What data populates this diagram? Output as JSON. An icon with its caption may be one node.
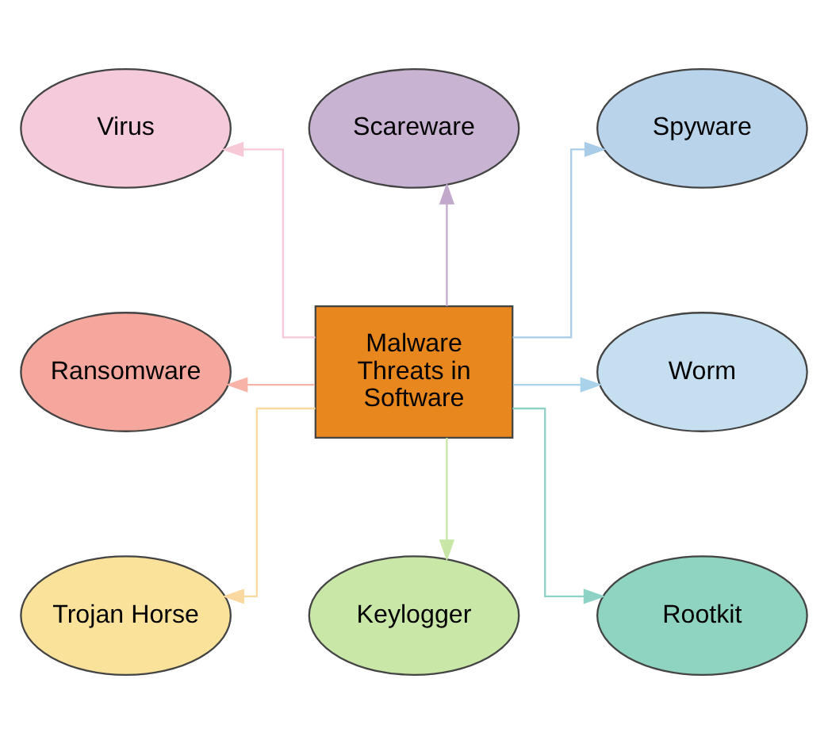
{
  "diagram": {
    "nodes": [
      {
        "text": [
          "Virus"
        ]
      },
      {
        "text": [
          "Scareware"
        ]
      },
      {
        "text": [
          "Spyware"
        ]
      },
      {
        "text": [
          "Ransomware"
        ]
      },
      {
        "text": [
          "Malware Threats in Software"
        ]
      },
      {
        "text": [
          "Worm"
        ]
      },
      {
        "text": [
          "Trojan Horse"
        ]
      },
      {
        "text": [
          "Keylogger"
        ]
      },
      {
        "text": [
          "Rootkit"
        ]
      }
    ],
    "edges": [
      {
        "from": 4,
        "to": 0,
        "arrow": "to",
        "color": "#f7c9d6"
      },
      {
        "from": 4,
        "to": 1,
        "arrow": "to",
        "color": "#c2a9cc"
      },
      {
        "from": 4,
        "to": 2,
        "arrow": "to",
        "color": "#a9cde8"
      },
      {
        "from": 4,
        "to": 3,
        "arrow": "to",
        "color": "#f8b3a8"
      },
      {
        "from": 4,
        "to": 5,
        "arrow": "to",
        "color": "#a9d3ea"
      },
      {
        "from": 4,
        "to": 6,
        "arrow": "to",
        "color": "#f9d9a0"
      },
      {
        "from": 4,
        "to": 7,
        "arrow": "to",
        "color": "#c8e6a6"
      },
      {
        "from": 4,
        "to": 8,
        "arrow": "to",
        "color": "#8ed2c6"
      }
    ]
  }
}
